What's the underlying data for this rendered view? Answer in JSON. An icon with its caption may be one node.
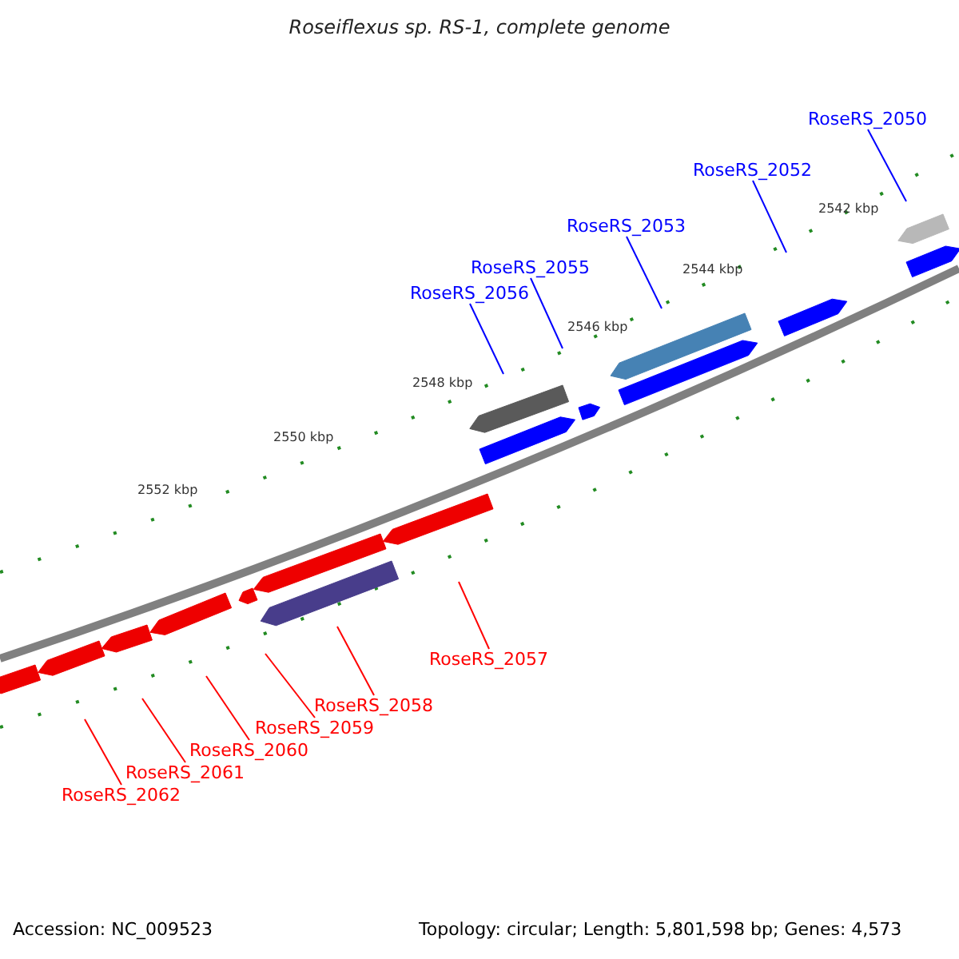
{
  "diagram": {
    "title": "Roseiflexus sp. RS-1, complete genome",
    "nodes": [
      {
        "text": [
          "RoseRS_2050"
        ]
      },
      {
        "text": [
          "RoseRS_2052"
        ]
      },
      {
        "text": [
          "RoseRS_2053"
        ]
      },
      {
        "text": [
          "RoseRS_2055"
        ]
      },
      {
        "text": [
          "RoseRS_2056"
        ]
      },
      {
        "text": [
          "RoseRS_2057"
        ]
      },
      {
        "text": [
          "RoseRS_2058"
        ]
      },
      {
        "text": [
          "RoseRS_2059"
        ]
      },
      {
        "text": [
          "RoseRS_2060"
        ]
      },
      {
        "text": [
          "RoseRS_2061"
        ]
      },
      {
        "text": [
          "RoseRS_2062"
        ]
      }
    ],
    "edges": [
      {
        "from": 0,
        "to": null,
        "arrow": "none",
        "color": "#0000ff"
      },
      {
        "from": 1,
        "to": null,
        "arrow": "none",
        "color": "#0000ff"
      },
      {
        "from": 2,
        "to": null,
        "arrow": "none",
        "color": "#0000ff"
      },
      {
        "from": 3,
        "to": null,
        "arrow": "none",
        "color": "#0000ff"
      },
      {
        "from": 4,
        "to": null,
        "arrow": "none",
        "color": "#0000ff"
      },
      {
        "from": 5,
        "to": null,
        "arrow": "none"
      },
      {
        "from": 6,
        "to": null,
        "arrow": "none"
      },
      {
        "from": 7,
        "to": null,
        "arrow": "none"
      },
      {
        "from": 8,
        "to": null,
        "arrow": "none"
      },
      {
        "from": 9,
        "to": null,
        "arrow": "none"
      },
      {
        "from": 10,
        "to": null,
        "arrow": "none"
      }
    ],
    "labels": [
      "2542 kbp",
      "2544 kbp",
      "2546 kbp",
      "2548 kbp",
      "2550 kbp",
      "2552 kbp",
      "Accession: NC_009523",
      "Topology: circular; Length: 5,801,598 bp; Genes: 4,573"
    ]
  }
}
